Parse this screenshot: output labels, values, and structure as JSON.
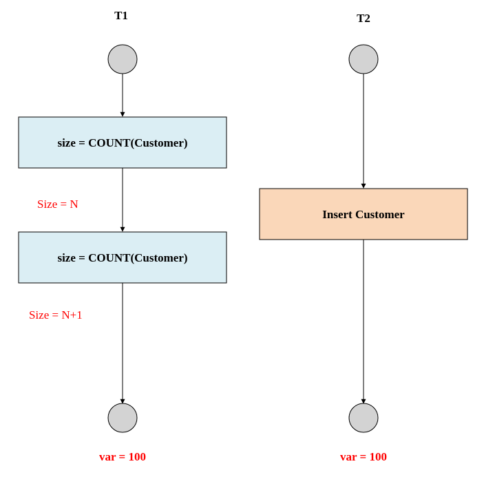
{
  "colors": {
    "process_fill_blue": "#dbeef4",
    "process_fill_orange": "#fad7b9",
    "node_fill": "#d3d3d3",
    "stroke": "#000000",
    "annotation": "#ff0000"
  },
  "t1": {
    "title": "T1",
    "step1": "size = COUNT(Customer)",
    "note1": "Size = N",
    "step2": "size = COUNT(Customer)",
    "note2": "Size = N+1",
    "end_var": "var = 100"
  },
  "t2": {
    "title": "T2",
    "step1": "Insert Customer",
    "end_var": "var = 100"
  }
}
